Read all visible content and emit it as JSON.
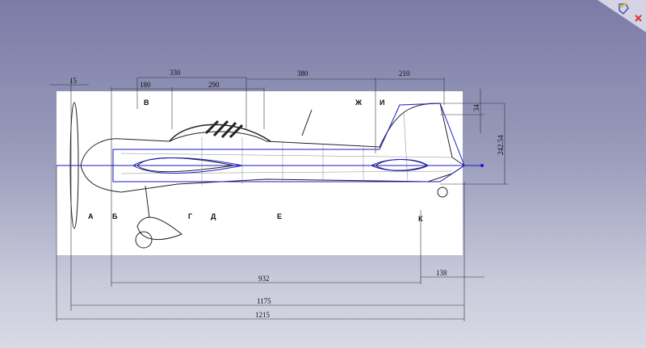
{
  "toolbar": {
    "accept_icon": "sketch-accept-icon",
    "cancel_icon": "sketch-cancel-icon"
  },
  "dimensions": {
    "d15": "15",
    "d180": "180",
    "d330": "330",
    "d290": "290",
    "d380": "380",
    "d210": "210",
    "d34": "34",
    "d242": "242.54",
    "d932": "932",
    "d138": "138",
    "d1175": "1175",
    "d1215": "1215"
  },
  "stations": {
    "a": "А",
    "b": "Б",
    "v": "В",
    "g": "Г",
    "d": "Д",
    "e": "Е",
    "zh": "Ж",
    "i": "И",
    "k": "К"
  },
  "colors": {
    "sketch": "#1a1acc",
    "background_top": "#7a7ca6",
    "background_bottom": "#d9dae6"
  }
}
